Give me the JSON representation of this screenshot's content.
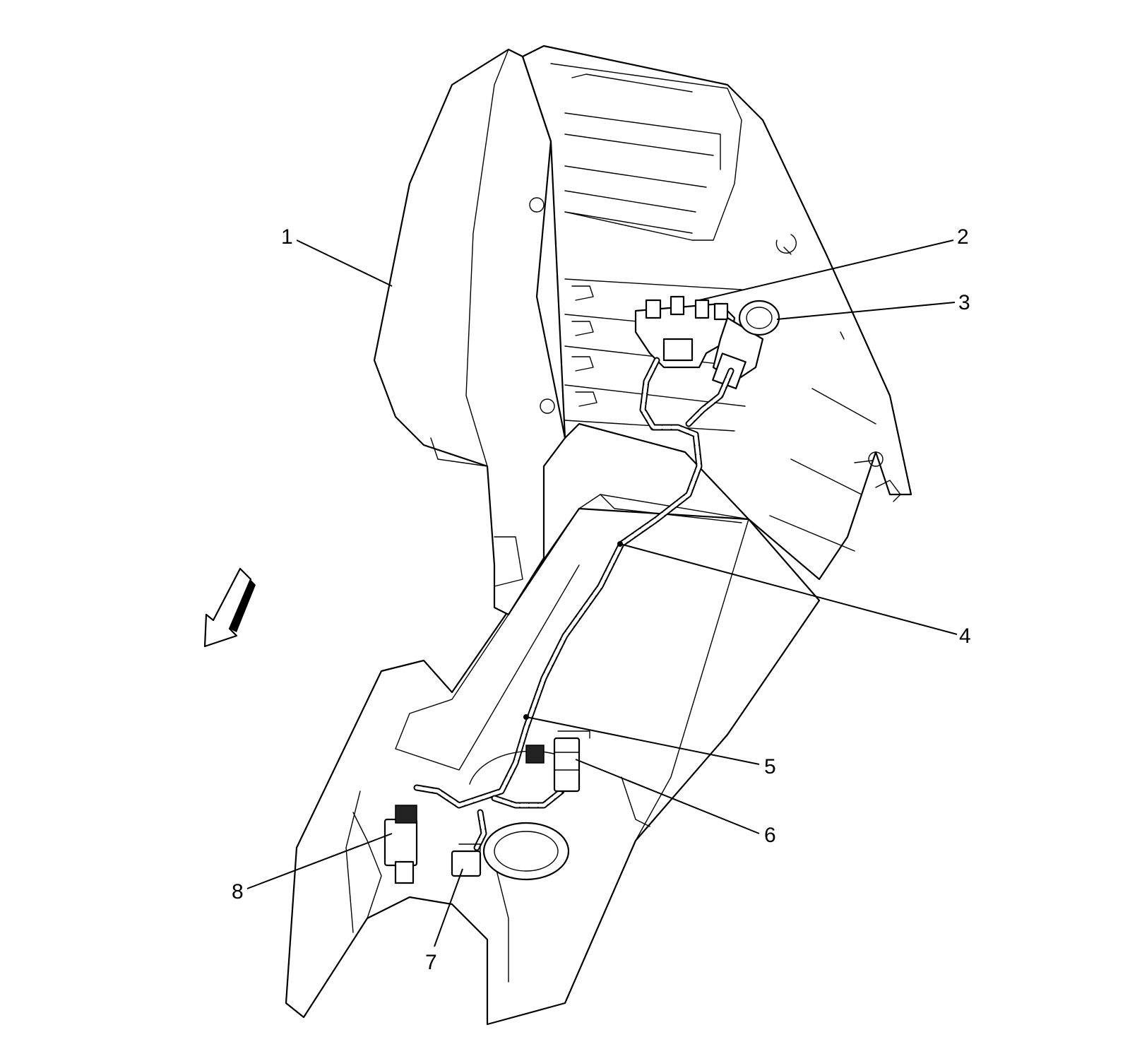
{
  "callouts": [
    {
      "id": "1",
      "label": "1"
    },
    {
      "id": "2",
      "label": "2"
    },
    {
      "id": "3",
      "label": "3"
    },
    {
      "id": "4",
      "label": "4"
    },
    {
      "id": "5",
      "label": "5"
    },
    {
      "id": "6",
      "label": "6"
    },
    {
      "id": "7",
      "label": "7"
    },
    {
      "id": "8",
      "label": "8"
    }
  ],
  "direction_indicator": "front-arrow-icon"
}
